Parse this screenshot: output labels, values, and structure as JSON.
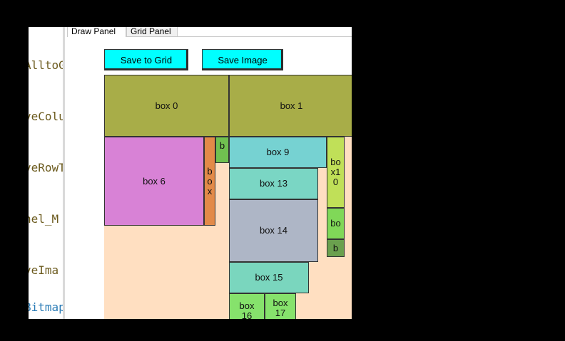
{
  "code_lines": [
    {
      "text": "AlltoG",
      "color": "#6b5a1d"
    },
    {
      "text": "veColu",
      "color": "#6b5a1d"
    },
    {
      "text": "veRowT",
      "color": "#6b5a1d"
    },
    {
      "text": "nel_M",
      "color": "#6b5a1d"
    },
    {
      "text": "veIma",
      "color": "#6b5a1d"
    },
    {
      "text": "Bitmap",
      "color": "#2b7cb6"
    }
  ],
  "tabs": {
    "draw_panel": "Draw Panel",
    "grid_panel": "Grid Panel"
  },
  "toolbar": {
    "save_to_grid": "Save to Grid",
    "save_image": "Save Image"
  },
  "canvas": {
    "background": "#ffdfc1",
    "boxes": [
      {
        "label": "box 0",
        "color": "#a8ad48"
      },
      {
        "label": "box 1",
        "color": "#a8ad48"
      },
      {
        "label": "box 6",
        "color": "#d882d6"
      },
      {
        "label": "box",
        "color": "#e28a48"
      },
      {
        "label": "b",
        "color": "#70c050"
      },
      {
        "label": "box 9",
        "color": "#76d2d2"
      },
      {
        "label": "box10",
        "color": "#c0e058"
      },
      {
        "label": "box 13",
        "color": "#7ad6c4"
      },
      {
        "label": "box 14",
        "color": "#aeb6c6"
      },
      {
        "label": "bo",
        "color": "#80d858"
      },
      {
        "label": "b",
        "color": "#6aa04e"
      },
      {
        "label": "box 15",
        "color": "#7ad6be"
      },
      {
        "label": "box 16",
        "color": "#86e26c"
      },
      {
        "label": "box 17",
        "color": "#86e26c"
      }
    ]
  }
}
